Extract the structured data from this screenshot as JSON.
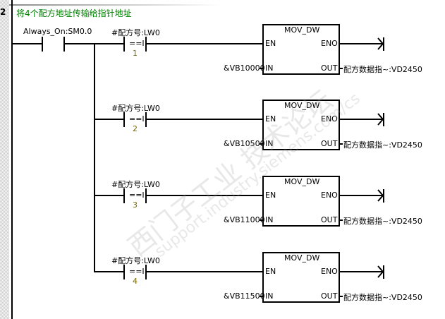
{
  "network": {
    "number": "2",
    "comment": "将4个配方地址传输给指针地址"
  },
  "main_contact": {
    "label": "Always_On:SM0.0"
  },
  "rungs": [
    {
      "compare_label": "#配方号:LW0",
      "compare_op": "==I",
      "compare_value": "1",
      "block": "MOV_DW",
      "en": "EN",
      "eno": "ENO",
      "in_pin": "IN",
      "out_pin": "OUT",
      "in_value": "&VB10000",
      "out_value": "配方数据指~:VD2450"
    },
    {
      "compare_label": "#配方号:LW0",
      "compare_op": "==I",
      "compare_value": "2",
      "block": "MOV_DW",
      "en": "EN",
      "eno": "ENO",
      "in_pin": "IN",
      "out_pin": "OUT",
      "in_value": "&VB10500",
      "out_value": "配方数据指~:VD2450"
    },
    {
      "compare_label": "#配方号:LW0",
      "compare_op": "==I",
      "compare_value": "3",
      "block": "MOV_DW",
      "en": "EN",
      "eno": "ENO",
      "in_pin": "IN",
      "out_pin": "OUT",
      "in_value": "&VB11000",
      "out_value": "配方数据指~:VD2450"
    },
    {
      "compare_label": "#配方号:LW0",
      "compare_op": "==I",
      "compare_value": "4",
      "block": "MOV_DW",
      "en": "EN",
      "eno": "ENO",
      "in_pin": "IN",
      "out_pin": "OUT",
      "in_value": "&VB11500",
      "out_value": "配方数据指~:VD2450"
    }
  ],
  "watermark": {
    "cn": "西门子工业 技术论坛",
    "url": "support.industry.siemens.com/cs"
  },
  "colors": {
    "comment": "#008000",
    "compare_value": "#7a6a00",
    "line": "#000000"
  }
}
